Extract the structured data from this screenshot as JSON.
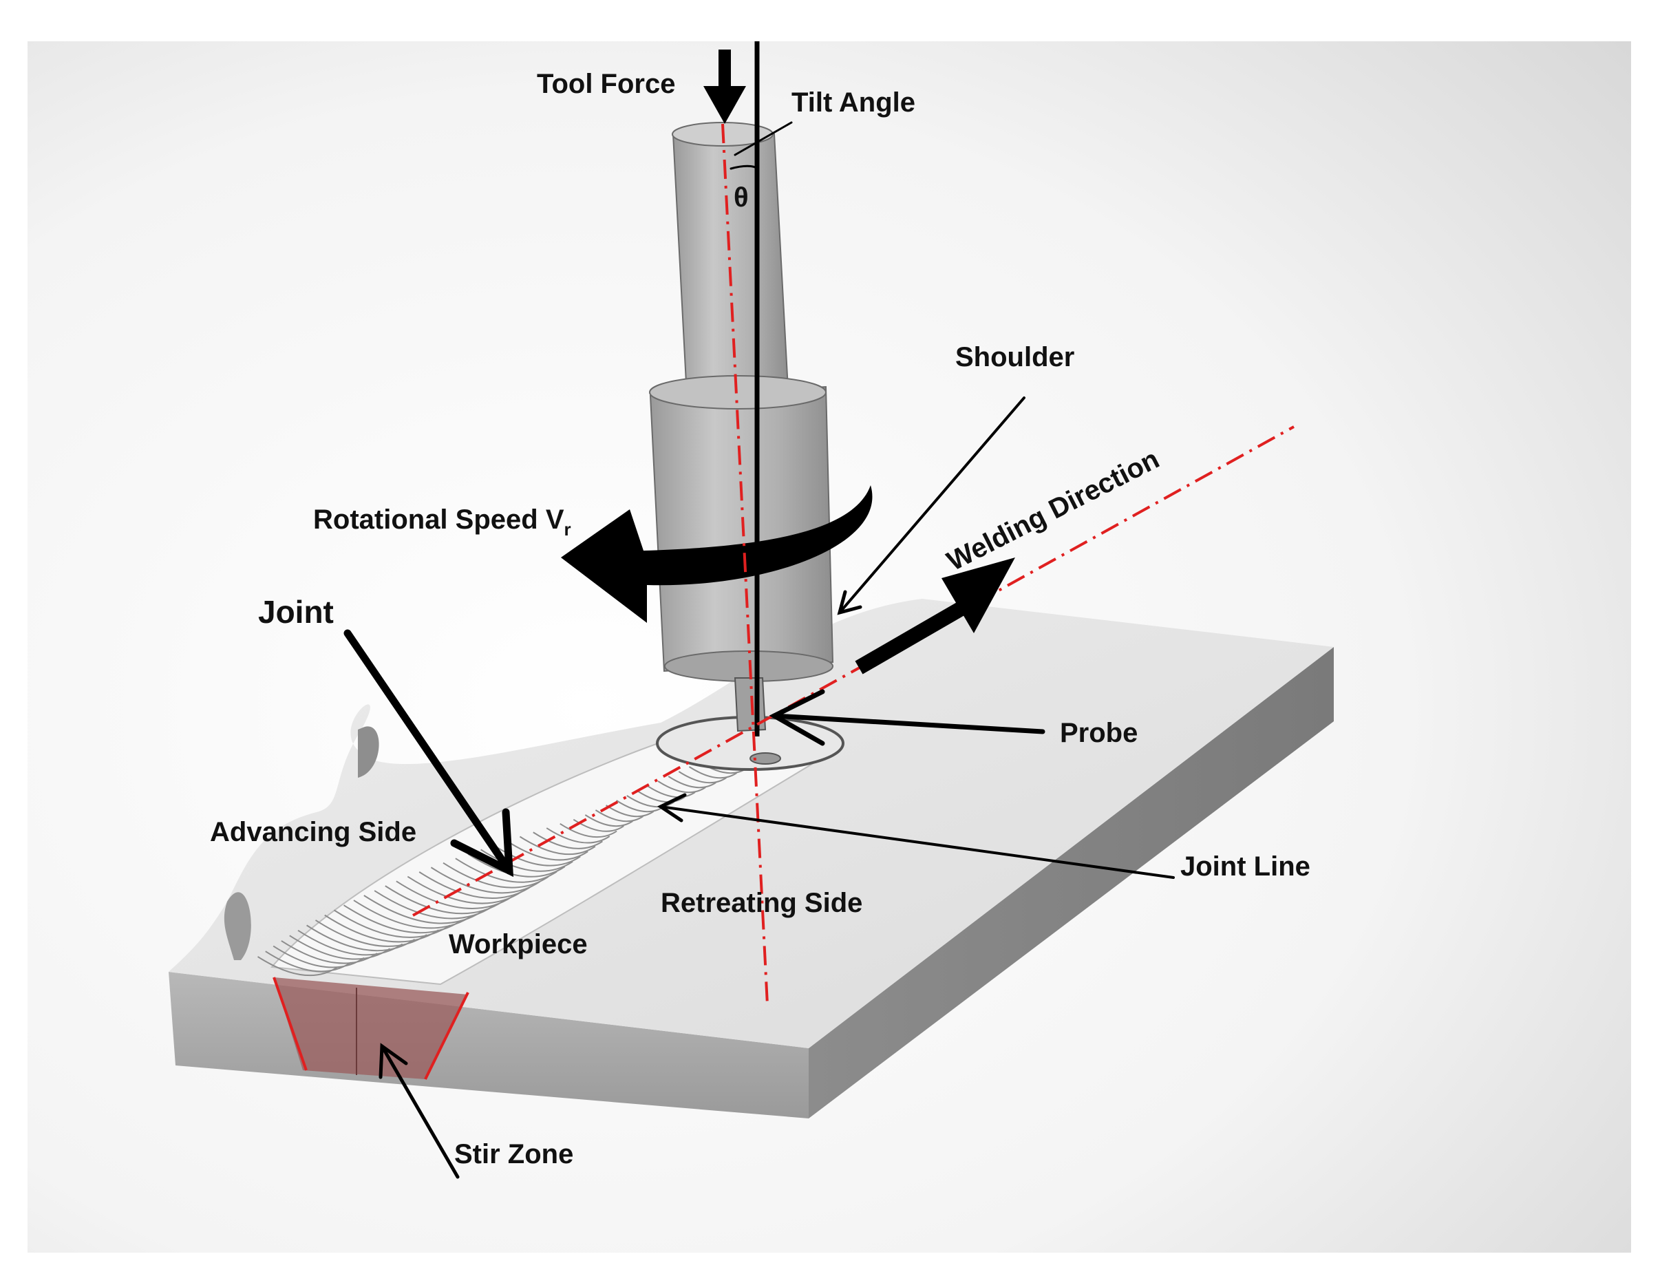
{
  "labels": {
    "tool_force": "Tool Force",
    "tilt_angle": "Tilt Angle",
    "theta": "θ",
    "shoulder": "Shoulder",
    "rotational_speed": "Rotational Speed V",
    "rotational_speed_sub": "r",
    "welding_direction": "Welding Direction",
    "joint": "Joint",
    "probe": "Probe",
    "advancing_side": "Advancing Side",
    "joint_line": "Joint Line",
    "retreating_side": "Retreating Side",
    "workpiece": "Workpiece",
    "stir_zone": "Stir Zone"
  },
  "colors": {
    "centerline": "#e02020",
    "stir_zone": "#9a5c5c",
    "plate_top": "#e6e6e6",
    "plate_front": "#a8a8a8",
    "plate_side": "#8a8a8a",
    "tool": "#b5b5b5",
    "arrow": "#000000"
  }
}
